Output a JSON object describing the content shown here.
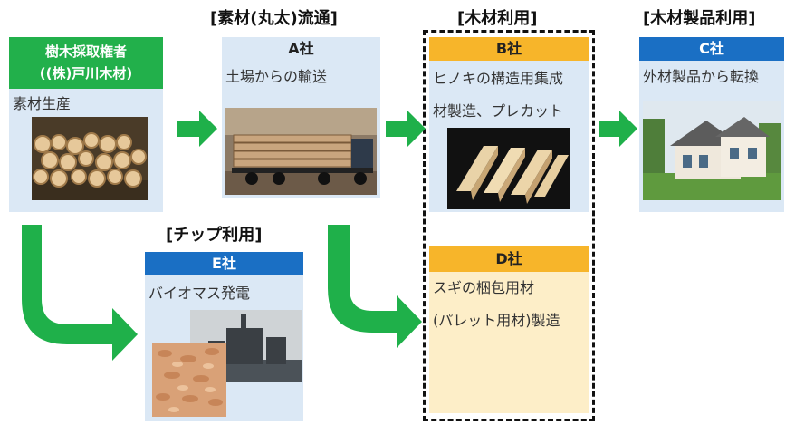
{
  "sections": {
    "distribution": "[素材(丸太)流通]",
    "timber_use": "[木材利用]",
    "product_use": "[木材製品利用]",
    "chip_use": "[チップ利用]"
  },
  "boxes": {
    "origin": {
      "header_line1": "樹木採取権者",
      "header_line2": "((株)戸川木材)",
      "desc": "素材生産",
      "photo_icon": "log-pile-photo"
    },
    "a": {
      "header": "A社",
      "desc": "土場からの輸送",
      "photo_icon": "log-truck-photo"
    },
    "b": {
      "header": "B社",
      "desc_line1": "ヒノキの構造用集成",
      "desc_line2": "材製造、プレカット",
      "photo_icon": "laminated-lumber-photo"
    },
    "c": {
      "header": "C社",
      "desc": "外材製品から転換",
      "photo_icon": "house-photo"
    },
    "d": {
      "header": "D社",
      "desc_line1": "スギの梱包用材",
      "desc_line2": "(パレット用材)製造"
    },
    "e": {
      "header": "E社",
      "desc": "バイオマス発電",
      "photo_icon": "biomass-plant-photo"
    }
  },
  "colors": {
    "blue": "#1a6fc4",
    "green": "#22b04b",
    "orange": "#f7b52a",
    "light_blue": "#dbe8f5",
    "light_orange": "#fdeec8",
    "arrow": "#1fb04a"
  }
}
